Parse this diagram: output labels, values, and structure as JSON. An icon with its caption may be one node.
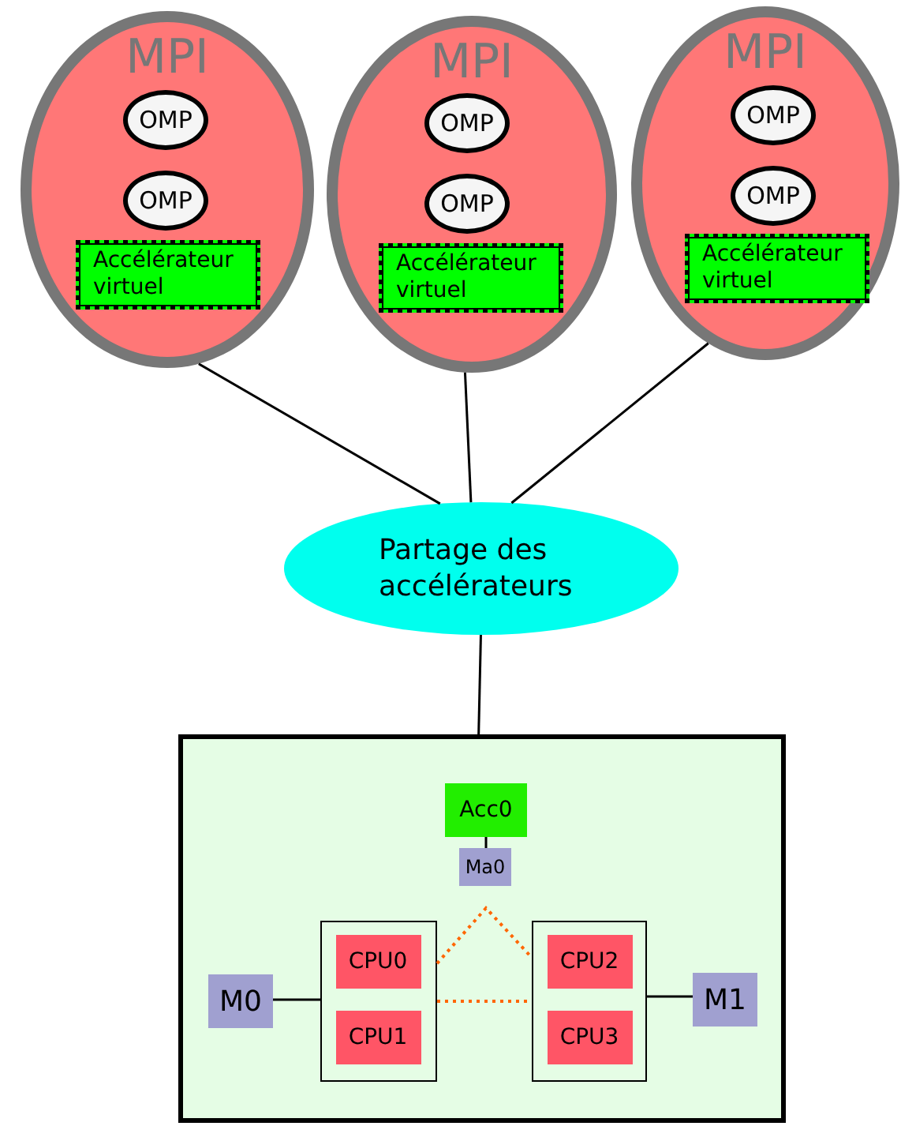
{
  "diagram": {
    "nodes": [
      {
        "text": [
          "MPI"
        ]
      },
      {
        "text": [
          "OMP"
        ],
        "in": 0
      },
      {
        "text": [
          "OMP"
        ],
        "in": 0
      },
      {
        "text": [
          "Accélérateur virtuel"
        ],
        "in": 0
      },
      {
        "text": [
          "MPI"
        ]
      },
      {
        "text": [
          "OMP"
        ],
        "in": 4
      },
      {
        "text": [
          "OMP"
        ],
        "in": 4
      },
      {
        "text": [
          "Accélérateur virtuel"
        ],
        "in": 4
      },
      {
        "text": [
          "MPI"
        ]
      },
      {
        "text": [
          "OMP"
        ],
        "in": 8
      },
      {
        "text": [
          "OMP"
        ],
        "in": 8
      },
      {
        "text": [
          "Accélérateur virtuel"
        ],
        "in": 8
      },
      {
        "text": [
          "Partage des accélérateurs"
        ]
      },
      {
        "text": [],
        "shape": "box"
      },
      {
        "text": [
          "Acc0"
        ],
        "in": 13
      },
      {
        "text": [
          "Ma0"
        ],
        "in": 13
      },
      {
        "text": [],
        "shape": "box",
        "in": 13
      },
      {
        "text": [
          "CPU0"
        ],
        "in": 16
      },
      {
        "text": [
          "CPU1"
        ],
        "in": 16
      },
      {
        "text": [],
        "shape": "box",
        "in": 13
      },
      {
        "text": [
          "CPU2"
        ],
        "in": 19
      },
      {
        "text": [
          "CPU3"
        ],
        "in": 19
      },
      {
        "text": [
          "M0"
        ],
        "in": 13
      },
      {
        "text": [
          "M1"
        ],
        "in": 13
      }
    ],
    "edges": [
      {
        "from": 0,
        "to": 12,
        "arrow": "none"
      },
      {
        "from": 4,
        "to": 12,
        "arrow": "none"
      },
      {
        "from": 8,
        "to": 12,
        "arrow": "none"
      },
      {
        "from": 12,
        "to": 13,
        "arrow": "none"
      },
      {
        "from": 14,
        "to": 15,
        "arrow": "none"
      },
      {
        "from": 22,
        "to": 16,
        "arrow": "none"
      },
      {
        "from": 19,
        "to": 23,
        "arrow": "none"
      },
      {
        "from": 16,
        "to": 19,
        "arrow": "none",
        "style": "dashed",
        "color": "#ff6600"
      },
      {
        "from": 16,
        "to": 19,
        "arrow": "none",
        "style": "dashed",
        "color": "#ff6600"
      }
    ]
  }
}
